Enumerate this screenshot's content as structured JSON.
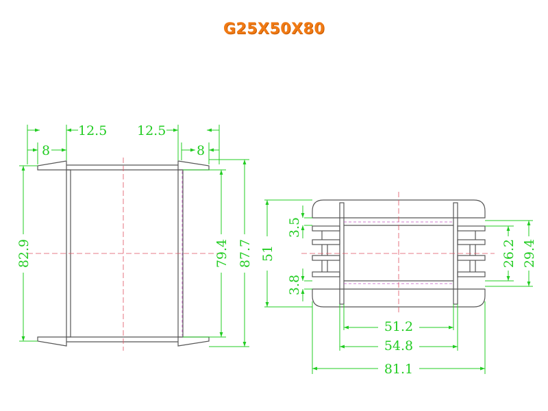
{
  "title": "G25X50X80",
  "colors": {
    "title": "#f07a14",
    "dimension": "#22cc22",
    "outline": "#555555",
    "centerline": "#e05060"
  },
  "left_view": {
    "dims": {
      "flange_left": "12.5",
      "flange_right": "12.5",
      "wall_left": "8",
      "wall_right": "8",
      "inner_height": "82.9",
      "window_height": "79.4",
      "overall_height": "87.7"
    }
  },
  "right_view": {
    "dims": {
      "height": "51",
      "top_slot": "3.5",
      "bottom_slot": "3.8",
      "inner_window": "26.2",
      "outer_window": "29.4",
      "inner_width": "51.2",
      "mid_width": "54.8",
      "overall_width": "81.1"
    }
  }
}
